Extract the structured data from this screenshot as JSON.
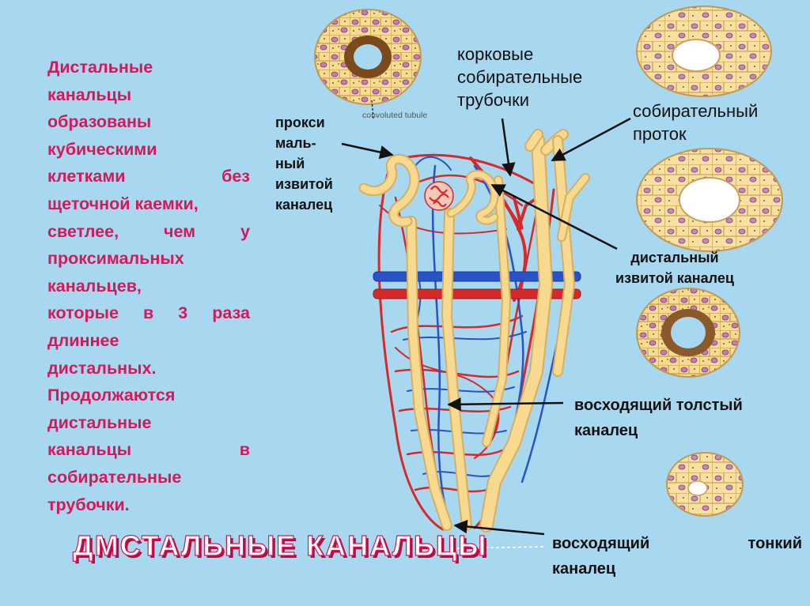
{
  "paragraph_lines": [
    "Дистальные",
    "канальцы",
    "образованы",
    "кубическими",
    "клетками без",
    "щеточной каемки,",
    "светлее, чем у",
    "проксимальных",
    "канальцев,",
    "которые в 3 раза",
    "длиннее",
    "дистальных.",
    "Продолжаются",
    "дистальные",
    "канальцы в",
    "собирательные",
    "трубочки."
  ],
  "title": "ДМСТАЛЬНЫЕ КАНАЛЬЦЫ",
  "labels": {
    "proximal": [
      "прокси",
      "маль-",
      "ный",
      "извитой",
      "каналец"
    ],
    "convoluted": "convoluted tubule",
    "cortical": [
      "корковые",
      "собирательные",
      "трубочки"
    ],
    "collecting_duct": [
      "собирательный",
      "проток"
    ],
    "distal_convoluted": [
      "дистальный",
      "извитой каналец"
    ],
    "ascending_thick": [
      "восходящий толстый",
      "каналец"
    ],
    "ascending_thin": [
      "восходящий тонкий",
      "каналец"
    ]
  },
  "colors": {
    "background": "#a8d8f0",
    "text_accent": "#d5185a",
    "artery": "#d42a2a",
    "vein": "#2a52c8",
    "tubule": "#f8d990",
    "cell_wall": "#d6b060"
  }
}
